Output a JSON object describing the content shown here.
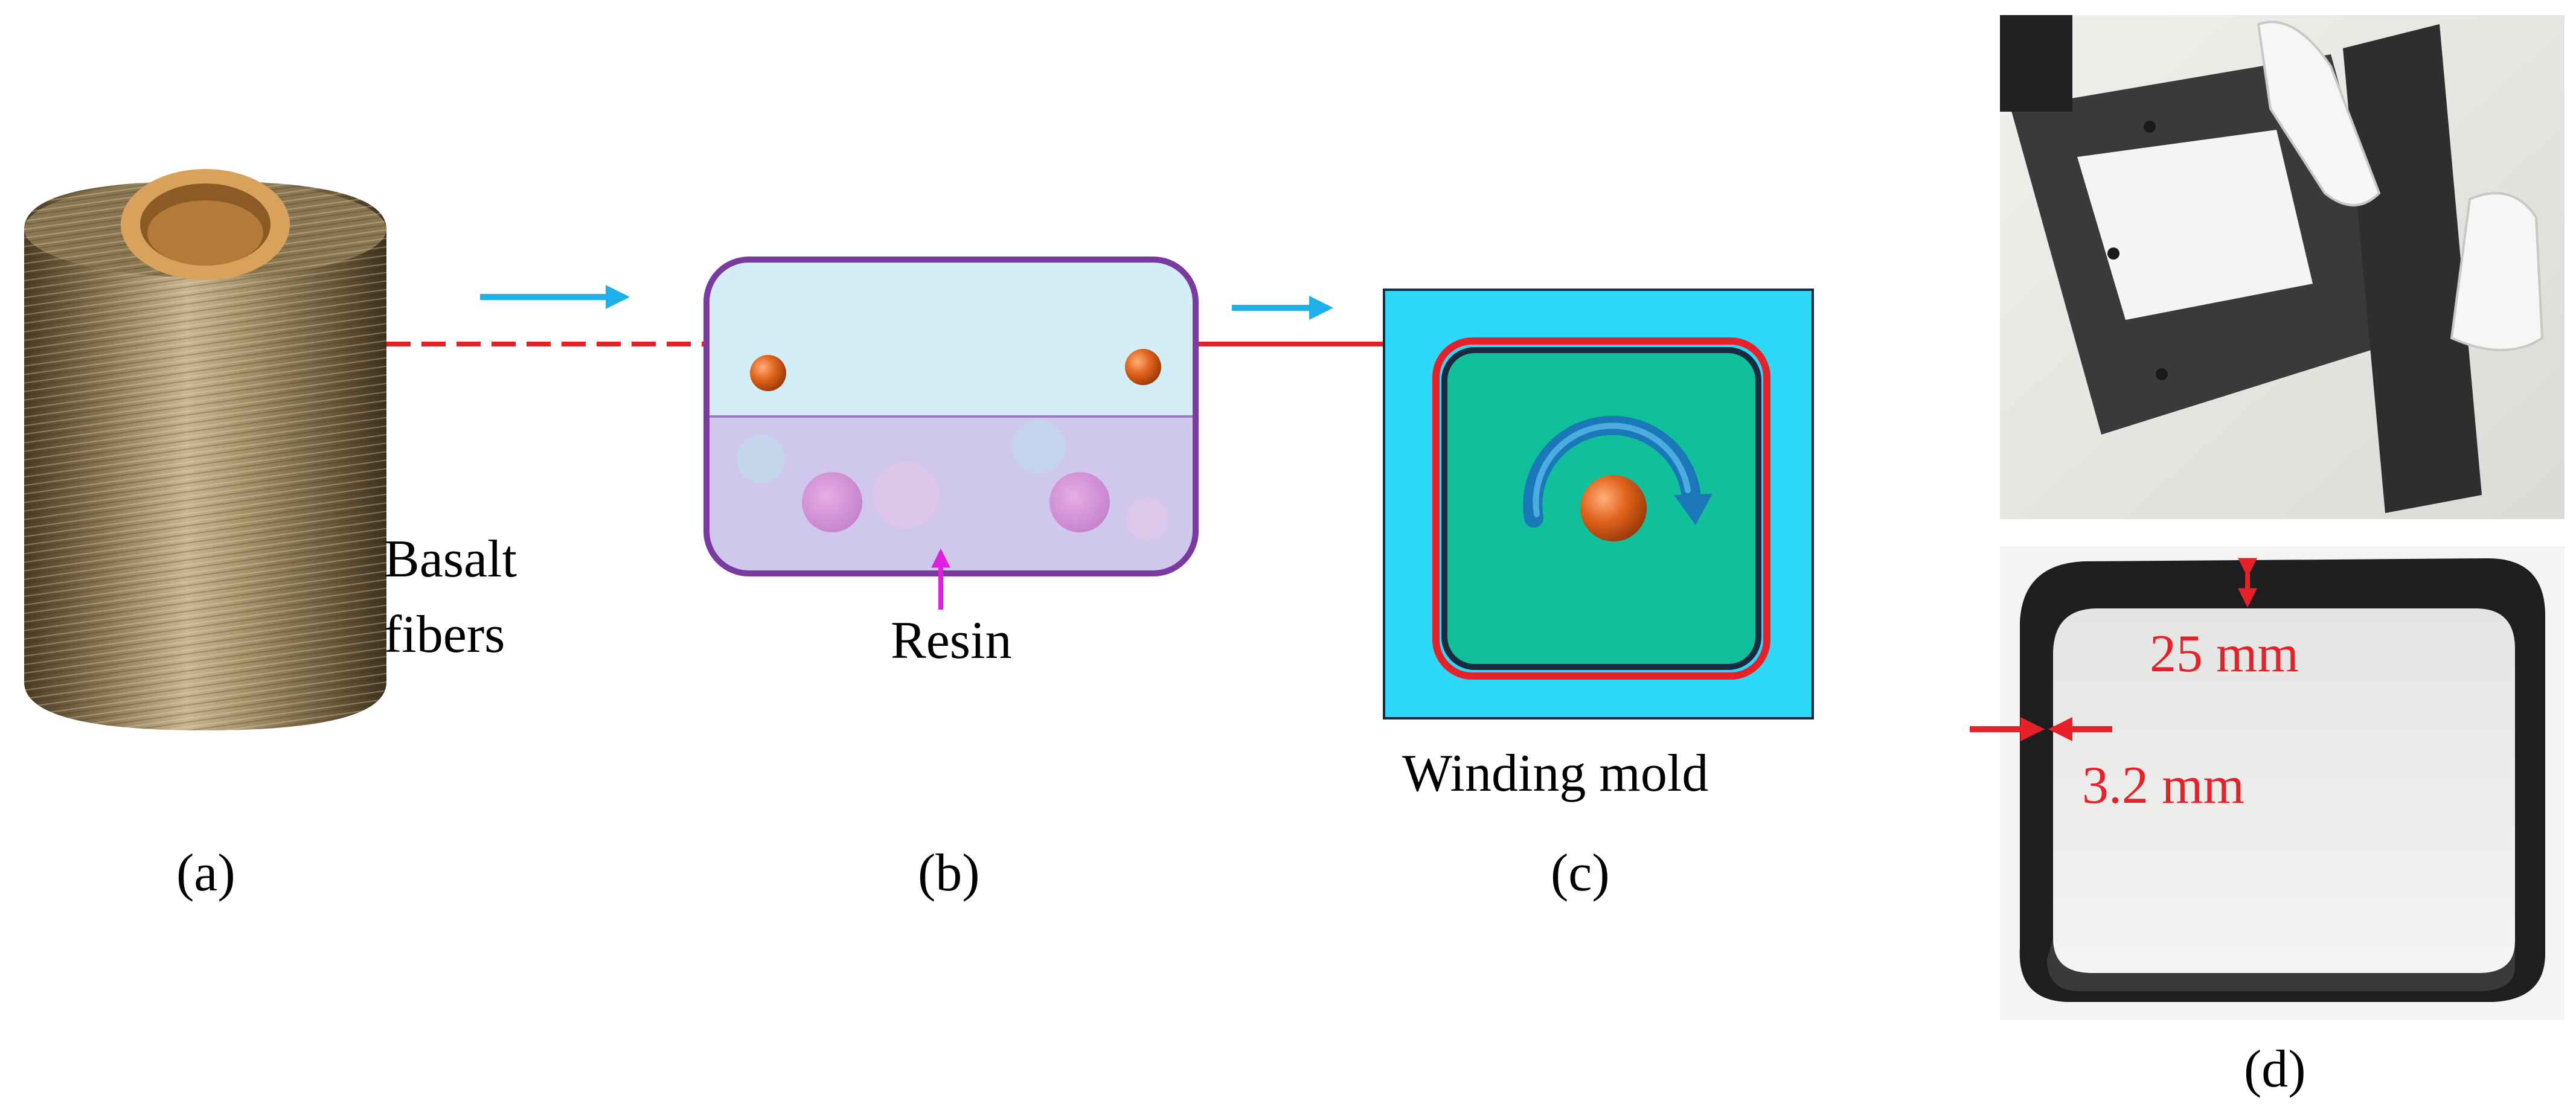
{
  "labels": {
    "panel_a": "(a)",
    "panel_b": "(b)",
    "panel_c": "(c)",
    "panel_d": "(d)",
    "basalt_line1": "Basalt",
    "basalt_line2": "fibers",
    "resin": "Resin",
    "winding_mold": "Winding mold",
    "height_dim": "25 mm",
    "thickness_dim": "3.2 mm"
  },
  "colors": {
    "fiber_path": "#e8202a",
    "flow_arrow": "#1fb0ea",
    "resin_arrow": "#e020e0",
    "tank_outline": "#7a3aa0",
    "tank_top_fill": "#d4eef8",
    "tank_resin_fill": "#cfc8ec",
    "roller": "#e0631c",
    "submerged_roller": "#d98ad8",
    "mold_background": "#2ed8f8",
    "mold_fill": "#10c09a",
    "rotation_arrow": "#1a78b8",
    "dimension_text": "#e8202a"
  }
}
